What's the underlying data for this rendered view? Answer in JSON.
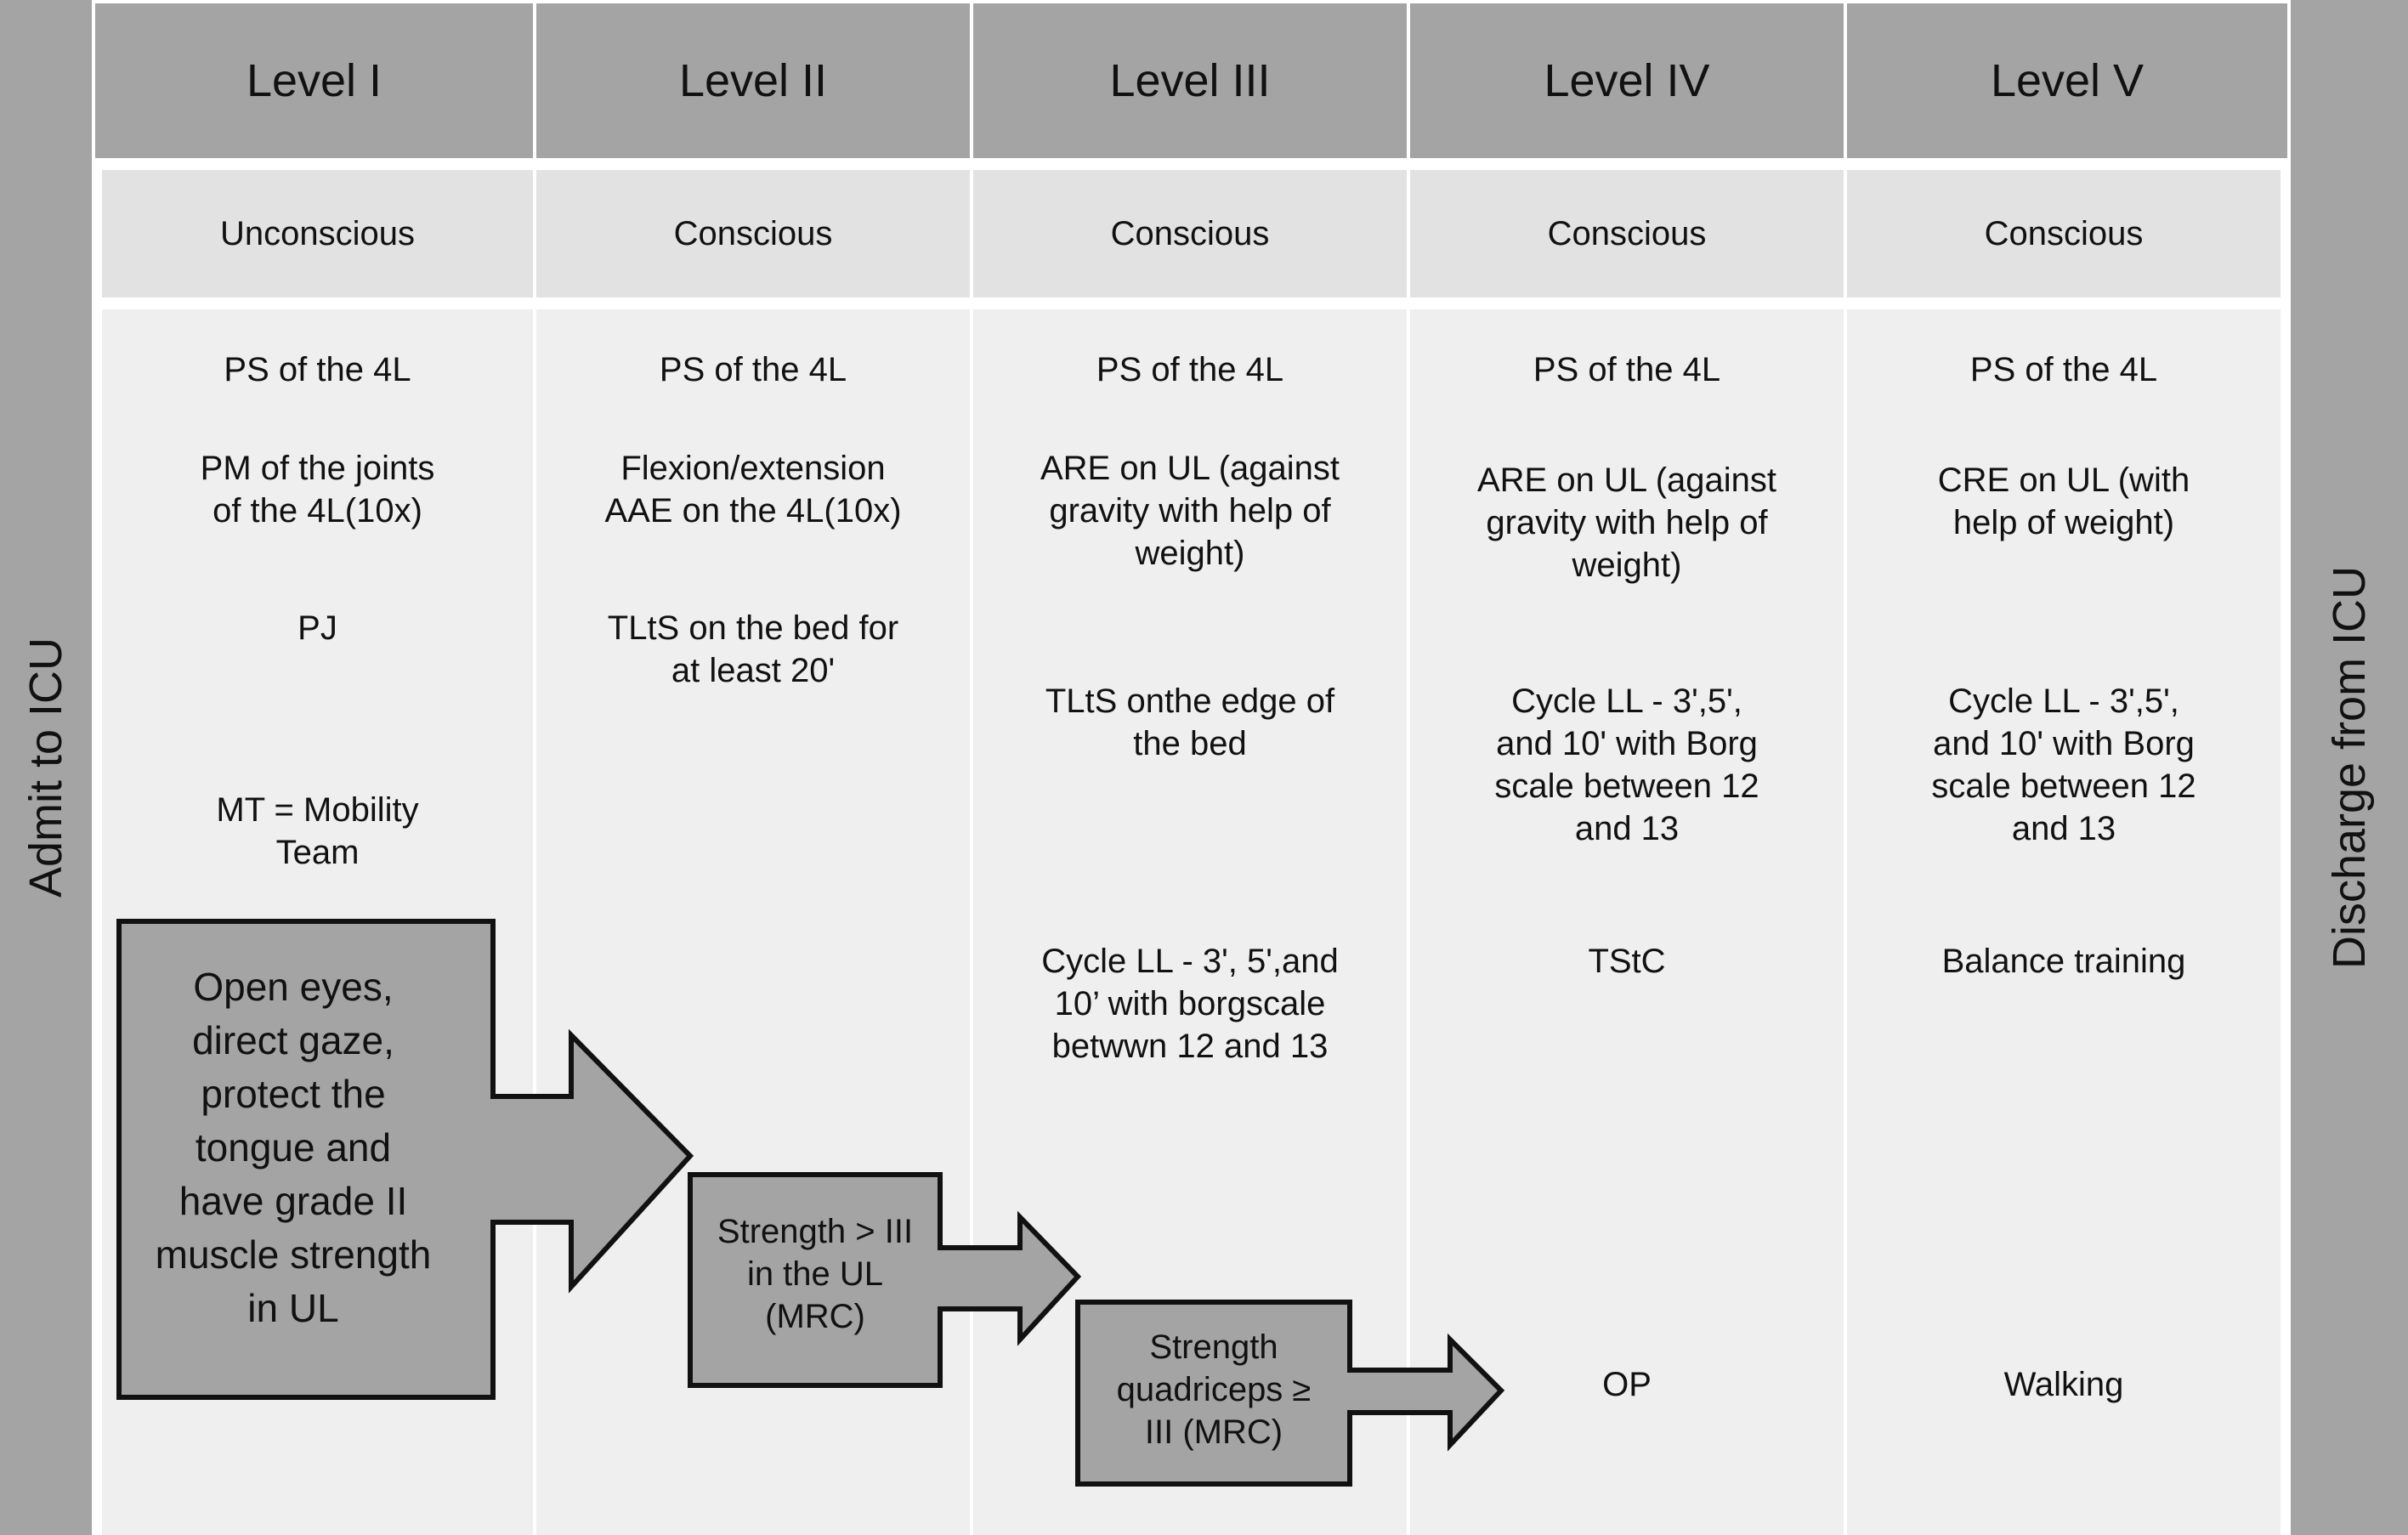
{
  "side_left_label": "Admit to ICU",
  "side_right_label": "Discharge from ICU",
  "levels": [
    {
      "header": "Level I",
      "state": "Unconscious",
      "items": [
        "PS of the 4L",
        "PM of the joints\nof the 4L(10x)",
        "PJ",
        "MT = Mobility\nTeam"
      ]
    },
    {
      "header": "Level II",
      "state": "Conscious",
      "items": [
        "PS of the 4L",
        "Flexion/extension\nAAE on the 4L(10x)",
        "TLtS on the bed for\nat least 20'"
      ]
    },
    {
      "header": "Level III",
      "state": "Conscious",
      "items": [
        "PS of the 4L",
        "ARE on UL (against\ngravity with help of\nweight)",
        "TLtS onthe edge of\nthe bed",
        "Cycle LL - 3', 5',and\n10’ with borgscale\nbetwwn 12 and 13"
      ]
    },
    {
      "header": "Level IV",
      "state": "Conscious",
      "items": [
        "PS of the 4L",
        "ARE on UL (against\ngravity with help of\nweight)",
        "Cycle LL - 3',5',\nand 10' with Borg\nscale between 12\nand 13",
        "TStC",
        "OP"
      ]
    },
    {
      "header": "Level V",
      "state": "Conscious",
      "items": [
        "PS of the 4L",
        "CRE on UL (with\nhelp of weight)",
        "Cycle LL - 3',5',\nand 10' with Borg\nscale between 12\nand 13",
        "Balance training",
        "Walking"
      ]
    }
  ],
  "transitions": [
    {
      "text": "Open eyes,\ndirect gaze,\nprotect the\ntongue and\nhave grade II\nmuscle strength\nin UL"
    },
    {
      "text": "Strength > III\nin the UL\n(MRC)"
    },
    {
      "text": "Strength\nquadriceps ≥\nIII (MRC)"
    }
  ],
  "colors": {
    "dark_gray": "#a4a4a4",
    "light_gray": "#e2e2e2",
    "body_gray": "#efefef",
    "outline": "#111111"
  }
}
